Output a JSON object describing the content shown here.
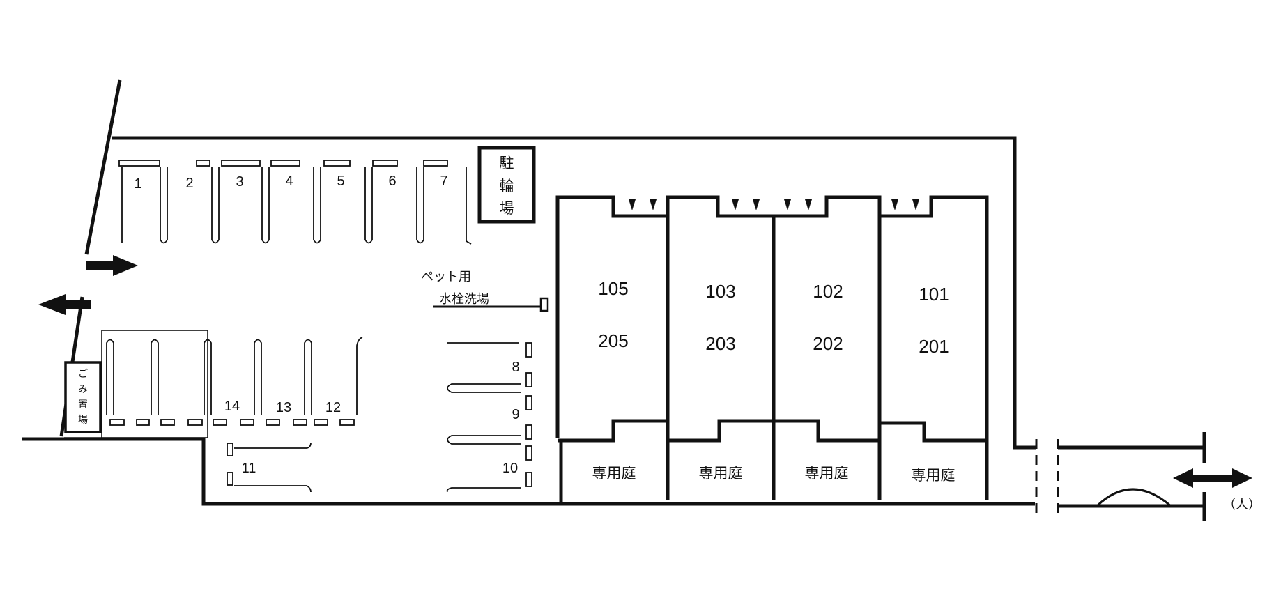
{
  "parking": [
    "1",
    "2",
    "3",
    "4",
    "5",
    "6",
    "7",
    "8",
    "9",
    "10",
    "11",
    "12",
    "13",
    "14"
  ],
  "bicycle_parking": [
    "駐",
    "輪",
    "場"
  ],
  "garbage": [
    "ご",
    "み",
    "置",
    "場"
  ],
  "pet_wash": {
    "line1": "ペット用",
    "line2": "水栓洗場"
  },
  "units": [
    {
      "upper": "105",
      "lower": "205",
      "garden": "専用庭"
    },
    {
      "upper": "103",
      "lower": "203",
      "garden": "専用庭"
    },
    {
      "upper": "102",
      "lower": "202",
      "garden": "専用庭"
    },
    {
      "upper": "101",
      "lower": "201",
      "garden": "専用庭"
    }
  ],
  "pedestrian_label": "（人）",
  "icons": [
    "arrow-right-icon",
    "arrow-left-icon",
    "double-arrow-icon",
    "mirror-dome-icon"
  ]
}
